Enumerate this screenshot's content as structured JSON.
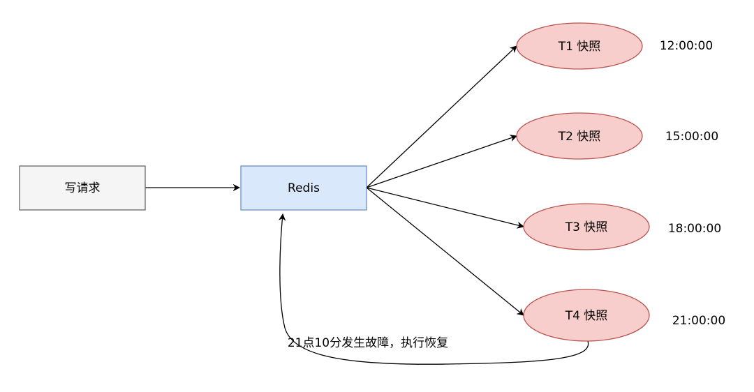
{
  "nodes": {
    "write_request": {
      "label": "写请求",
      "fill": "#f5f5f5",
      "stroke": "#666666"
    },
    "redis": {
      "label": "Redis",
      "fill": "#dae8fc",
      "stroke": "#6c8ebf"
    },
    "snapshots": [
      {
        "label": "T1 快照",
        "time": "12:00:00"
      },
      {
        "label": "T2 快照",
        "time": "15:00:00"
      },
      {
        "label": "T3 快照",
        "time": "18:00:00"
      },
      {
        "label": "T4 快照",
        "time": "21:00:00"
      }
    ],
    "snapshot_style": {
      "fill": "#f8cecc",
      "stroke": "#b85450"
    }
  },
  "edges": {
    "recovery_label": "21点10分发生故障，执行恢复"
  }
}
